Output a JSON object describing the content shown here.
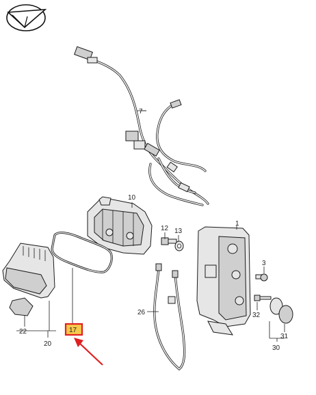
{
  "labels": {
    "l1": "1",
    "l3": "3",
    "l7": "7",
    "l10": "10",
    "l12": "12",
    "l13": "13",
    "l17": "17",
    "l20": "20",
    "l22": "22",
    "l26": "26",
    "l30": "30",
    "l31": "31",
    "l32": "32"
  },
  "colors": {
    "highlight_fill": "#f6c94a",
    "highlight_border": "#e02020",
    "arrow": "#e02020"
  },
  "icons": {
    "logo": "paper-plane-logo"
  }
}
